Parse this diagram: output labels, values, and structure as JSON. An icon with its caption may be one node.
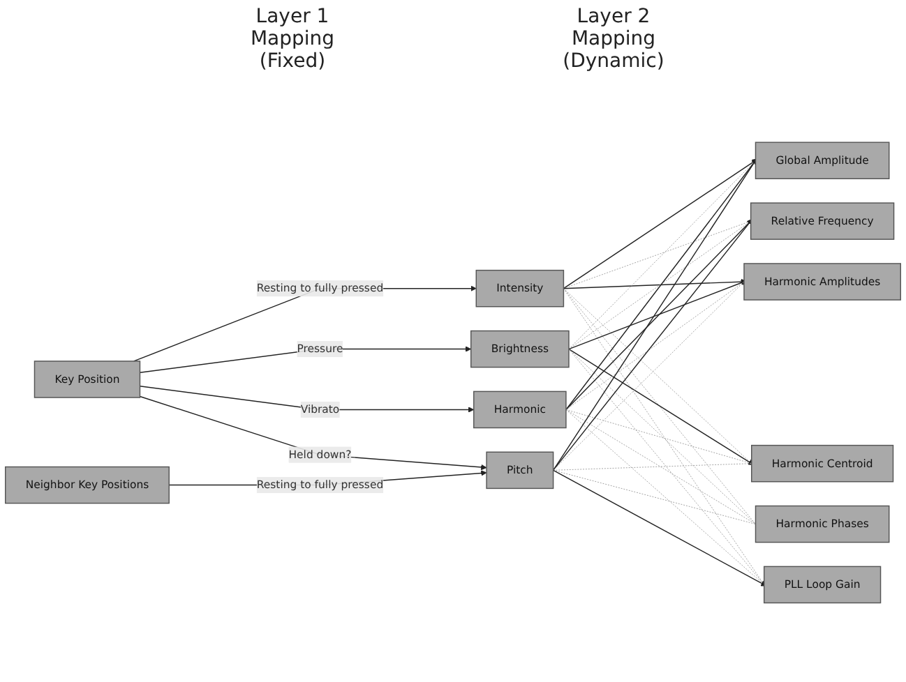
{
  "diagram": {
    "nodes": [
      {
        "text": [
          "Key Position"
        ]
      },
      {
        "text": [
          "Neighbor Key Positions"
        ]
      },
      {
        "text": [
          "Intensity"
        ]
      },
      {
        "text": [
          "Brightness"
        ]
      },
      {
        "text": [
          "Harmonic"
        ]
      },
      {
        "text": [
          "Pitch"
        ]
      },
      {
        "text": [
          "Global Amplitude"
        ]
      },
      {
        "text": [
          "Relative Frequency"
        ]
      },
      {
        "text": [
          "Harmonic Amplitudes"
        ]
      },
      {
        "text": [
          "Harmonic Centroid"
        ]
      },
      {
        "text": [
          "Harmonic Phases"
        ]
      },
      {
        "text": [
          "PLL Loop Gain"
        ]
      }
    ],
    "edges": [
      {
        "from": 0,
        "to": 2,
        "arrow": "to",
        "label": "Resting to fully pressed",
        "color": "#222222"
      },
      {
        "from": 0,
        "to": 3,
        "arrow": "to",
        "label": "Pressure",
        "color": "#222222"
      },
      {
        "from": 0,
        "to": 4,
        "arrow": "to",
        "label": "Vibrato",
        "color": "#222222"
      },
      {
        "from": 0,
        "to": 5,
        "arrow": "to",
        "label": "Held down?",
        "color": "#222222"
      },
      {
        "from": 1,
        "to": 5,
        "arrow": "to",
        "label": "Resting to fully pressed",
        "color": "#222222"
      },
      {
        "from": 2,
        "to": 6,
        "arrow": "to",
        "color": "#222222"
      },
      {
        "from": 2,
        "to": 7,
        "arrow": "none",
        "style": "dashed"
      },
      {
        "from": 2,
        "to": 8,
        "arrow": "to",
        "color": "#222222"
      },
      {
        "from": 2,
        "to": 9,
        "arrow": "none",
        "style": "dashed"
      },
      {
        "from": 2,
        "to": 10,
        "arrow": "none",
        "style": "dashed"
      },
      {
        "from": 2,
        "to": 11,
        "arrow": "none",
        "style": "dashed"
      },
      {
        "from": 3,
        "to": 6,
        "arrow": "none",
        "style": "dashed"
      },
      {
        "from": 3,
        "to": 7,
        "arrow": "none",
        "style": "dashed"
      },
      {
        "from": 3,
        "to": 8,
        "arrow": "to",
        "color": "#222222"
      },
      {
        "from": 3,
        "to": 9,
        "arrow": "to",
        "color": "#222222"
      },
      {
        "from": 3,
        "to": 10,
        "arrow": "none",
        "style": "dashed"
      },
      {
        "from": 3,
        "to": 11,
        "arrow": "none",
        "style": "dashed"
      },
      {
        "from": 4,
        "to": 6,
        "arrow": "to",
        "color": "#222222"
      },
      {
        "from": 4,
        "to": 7,
        "arrow": "to",
        "color": "#222222"
      },
      {
        "from": 4,
        "to": 8,
        "arrow": "none",
        "style": "dashed"
      },
      {
        "from": 4,
        "to": 9,
        "arrow": "none",
        "style": "dashed"
      },
      {
        "from": 4,
        "to": 10,
        "arrow": "none",
        "style": "dashed"
      },
      {
        "from": 4,
        "to": 11,
        "arrow": "none",
        "style": "dashed"
      },
      {
        "from": 5,
        "to": 6,
        "arrow": "to",
        "color": "#222222"
      },
      {
        "from": 5,
        "to": 7,
        "arrow": "to",
        "color": "#222222"
      },
      {
        "from": 5,
        "to": 8,
        "arrow": "none",
        "style": "dashed"
      },
      {
        "from": 5,
        "to": 9,
        "arrow": "none",
        "style": "dashed"
      },
      {
        "from": 5,
        "to": 10,
        "arrow": "none",
        "style": "dashed"
      },
      {
        "from": 5,
        "to": 11,
        "arrow": "to",
        "color": "#222222"
      }
    ],
    "labels": [
      "Layer 1 Mapping (Fixed)",
      "Layer 2 Mapping (Dynamic)"
    ]
  }
}
